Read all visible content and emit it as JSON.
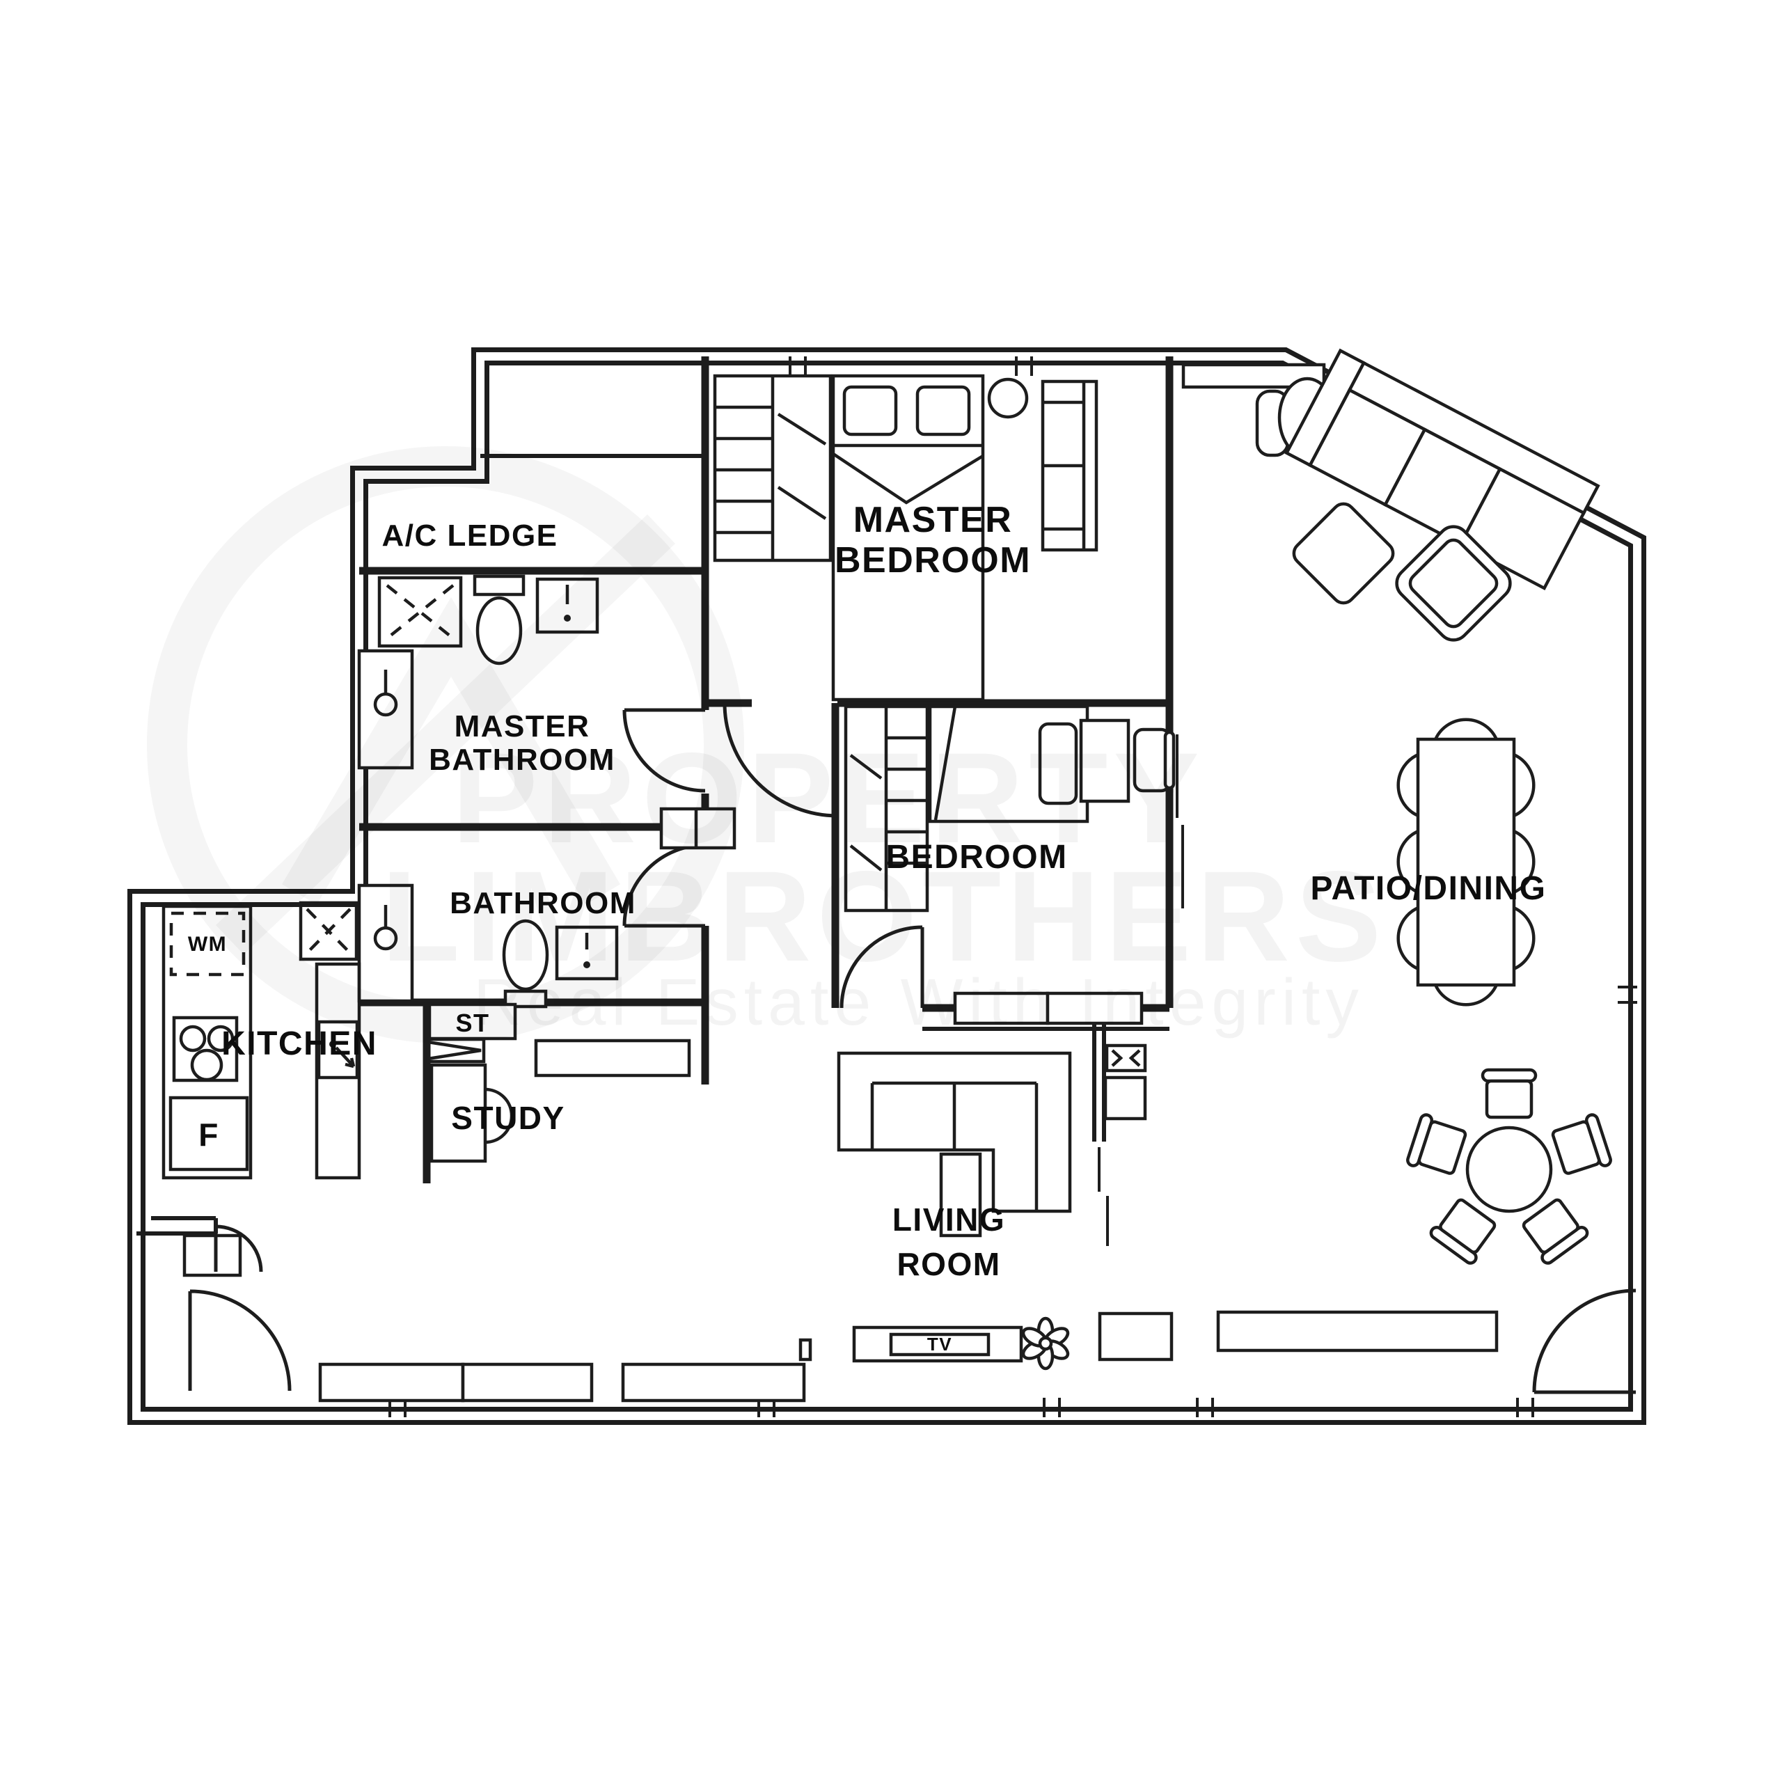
{
  "colors": {
    "background": "#ffffff",
    "line": "#1d1d1d",
    "label": "#0d0d0d",
    "watermark": "#1d1d1d"
  },
  "watermark": {
    "brand_line1": "PROPERTY",
    "brand_line2": "LIMBROTHERS",
    "tagline": "Real Estate With Integrity"
  },
  "labels": {
    "ac_ledge": "A/C LEDGE",
    "master_bedroom_line1": "MASTER",
    "master_bedroom_line2": "BEDROOM",
    "master_bathroom_line1": "MASTER",
    "master_bathroom_line2": "BATHROOM",
    "bathroom": "BATHROOM",
    "bedroom": "BEDROOM",
    "patio_dining": "PATIO/DINING",
    "kitchen": "KITCHEN",
    "storage": "ST",
    "study": "STUDY",
    "living_room_line1": "LIVING",
    "living_room_line2": "ROOM",
    "tv": "TV",
    "washing_machine": "WM",
    "fridge": "F"
  }
}
